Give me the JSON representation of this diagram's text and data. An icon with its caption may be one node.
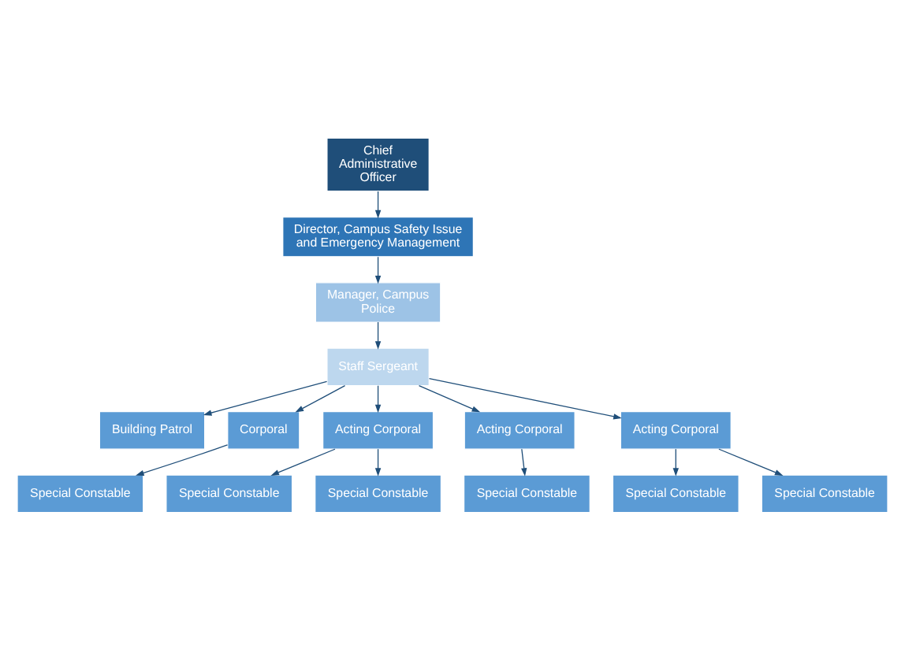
{
  "diagram": {
    "nodes": [
      {
        "text": [
          "Chief Administrative Officer"
        ]
      },
      {
        "text": [
          "Director, Campus Safety Issue and Emergency Management"
        ]
      },
      {
        "text": [
          "Manager, Campus Police"
        ]
      },
      {
        "text": [
          "Staff Sergeant"
        ]
      },
      {
        "text": [
          "Building Patrol"
        ]
      },
      {
        "text": [
          "Corporal"
        ]
      },
      {
        "text": [
          "Acting Corporal"
        ]
      },
      {
        "text": [
          "Acting Corporal"
        ]
      },
      {
        "text": [
          "Acting Corporal"
        ]
      },
      {
        "text": [
          "Special Constable"
        ]
      },
      {
        "text": [
          "Special Constable"
        ]
      },
      {
        "text": [
          "Special Constable"
        ]
      },
      {
        "text": [
          "Special Constable"
        ]
      },
      {
        "text": [
          "Special Constable"
        ]
      },
      {
        "text": [
          "Special Constable"
        ]
      }
    ],
    "edges": [
      {
        "from": 0,
        "to": 1,
        "arrow": "to"
      },
      {
        "from": 1,
        "to": 2,
        "arrow": "to"
      },
      {
        "from": 2,
        "to": 3,
        "arrow": "to"
      },
      {
        "from": 3,
        "to": 4,
        "arrow": "to"
      },
      {
        "from": 3,
        "to": 5,
        "arrow": "to"
      },
      {
        "from": 3,
        "to": 6,
        "arrow": "to"
      },
      {
        "from": 3,
        "to": 7,
        "arrow": "to"
      },
      {
        "from": 3,
        "to": 8,
        "arrow": "to"
      },
      {
        "from": 5,
        "to": 9,
        "arrow": "to"
      },
      {
        "from": 6,
        "to": 10,
        "arrow": "to"
      },
      {
        "from": 6,
        "to": 11,
        "arrow": "to"
      },
      {
        "from": 7,
        "to": 12,
        "arrow": "to"
      },
      {
        "from": 8,
        "to": 13,
        "arrow": "to"
      },
      {
        "from": 8,
        "to": 14,
        "arrow": "to"
      }
    ]
  }
}
